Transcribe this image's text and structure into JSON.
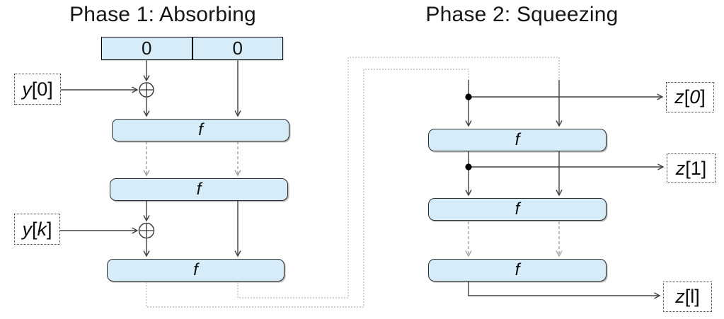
{
  "titles": {
    "phase1": "Phase 1: Absorbing",
    "phase2": "Phase 2: Squeezing"
  },
  "state_box": {
    "cells": [
      "0",
      "0"
    ]
  },
  "f_boxes": {
    "absorb": [
      {
        "label": "f"
      },
      {
        "label": "f"
      },
      {
        "label": "f"
      }
    ],
    "squeeze": [
      {
        "label": "f"
      },
      {
        "label": "f"
      },
      {
        "label": "f"
      }
    ]
  },
  "io_labels": {
    "y0": {
      "parts": [
        {
          "t": "y",
          "i": true
        },
        {
          "t": "[0]",
          "i": false
        }
      ]
    },
    "yk": {
      "parts": [
        {
          "t": "y",
          "i": true
        },
        {
          "t": "[",
          "i": false
        },
        {
          "t": "k",
          "i": true
        },
        {
          "t": "]",
          "i": false
        }
      ]
    },
    "z0": {
      "parts": [
        {
          "t": "z",
          "i": true
        },
        {
          "t": "[",
          "i": false
        },
        {
          "t": "0",
          "i": true
        },
        {
          "t": "]",
          "i": false
        }
      ]
    },
    "z1": {
      "parts": [
        {
          "t": "z",
          "i": true
        },
        {
          "t": "[1]",
          "i": false
        }
      ]
    },
    "zl": {
      "parts": [
        {
          "t": "z",
          "i": true
        },
        {
          "t": "[l]",
          "i": false
        }
      ]
    }
  },
  "icons": {
    "xor": "circled-plus",
    "junction": "filled-dot"
  },
  "colors": {
    "box_fill": "#d6ecf8",
    "arrow": "#404040",
    "dashed": "#999999",
    "dotted": "#b9b9b9"
  }
}
